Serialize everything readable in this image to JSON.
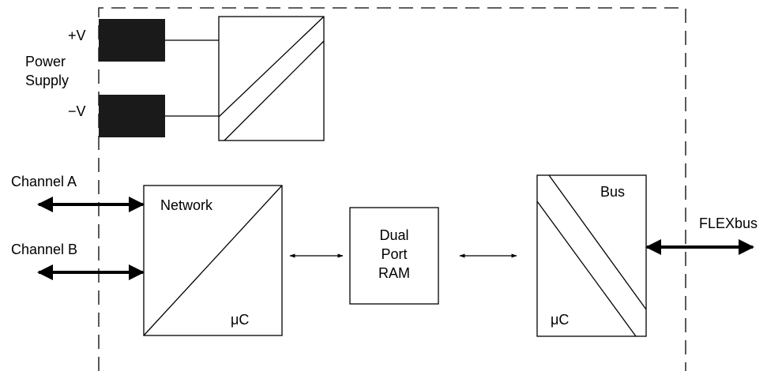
{
  "labels": {
    "plus_v": "+V",
    "minus_v": "−V",
    "power_supply_line1": "Power",
    "power_supply_line2": "Supply",
    "channel_a": "Channel A",
    "channel_b": "Channel B",
    "network": "Network",
    "network_uc": "μC",
    "ram_line1": "Dual",
    "ram_line2": "Port",
    "ram_line3": "RAM",
    "bus": "Bus",
    "bus_uc": "μC",
    "flexbus": "FLEXbus"
  },
  "colors": {
    "line": "#000000",
    "fill_black": "#1a1a1a",
    "background": "#ffffff"
  }
}
